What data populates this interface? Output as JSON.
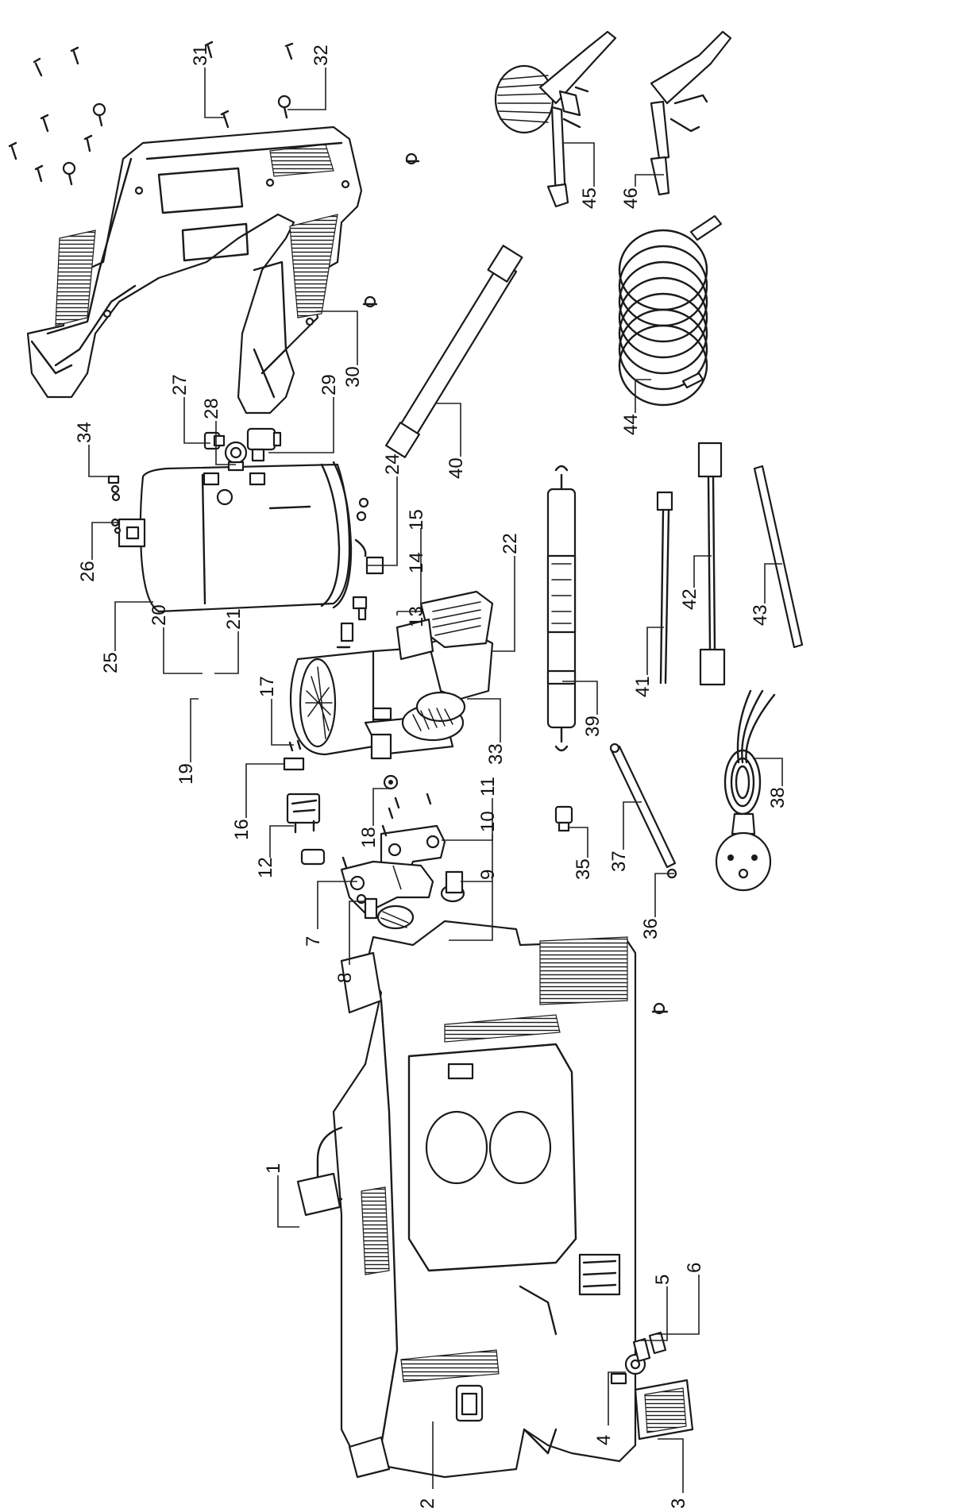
{
  "diagram": {
    "callouts": [
      "1",
      "2",
      "3",
      "4",
      "5",
      "6",
      "7",
      "8",
      "9",
      "10",
      "11",
      "12",
      "13",
      "14",
      "15",
      "16",
      "17",
      "18",
      "19",
      "20",
      "21",
      "22",
      "24",
      "25",
      "26",
      "27",
      "28",
      "29",
      "30",
      "31",
      "32",
      "33",
      "34",
      "35",
      "36",
      "37",
      "38",
      "39",
      "40",
      "41",
      "42",
      "43",
      "44",
      "45",
      "46"
    ]
  }
}
